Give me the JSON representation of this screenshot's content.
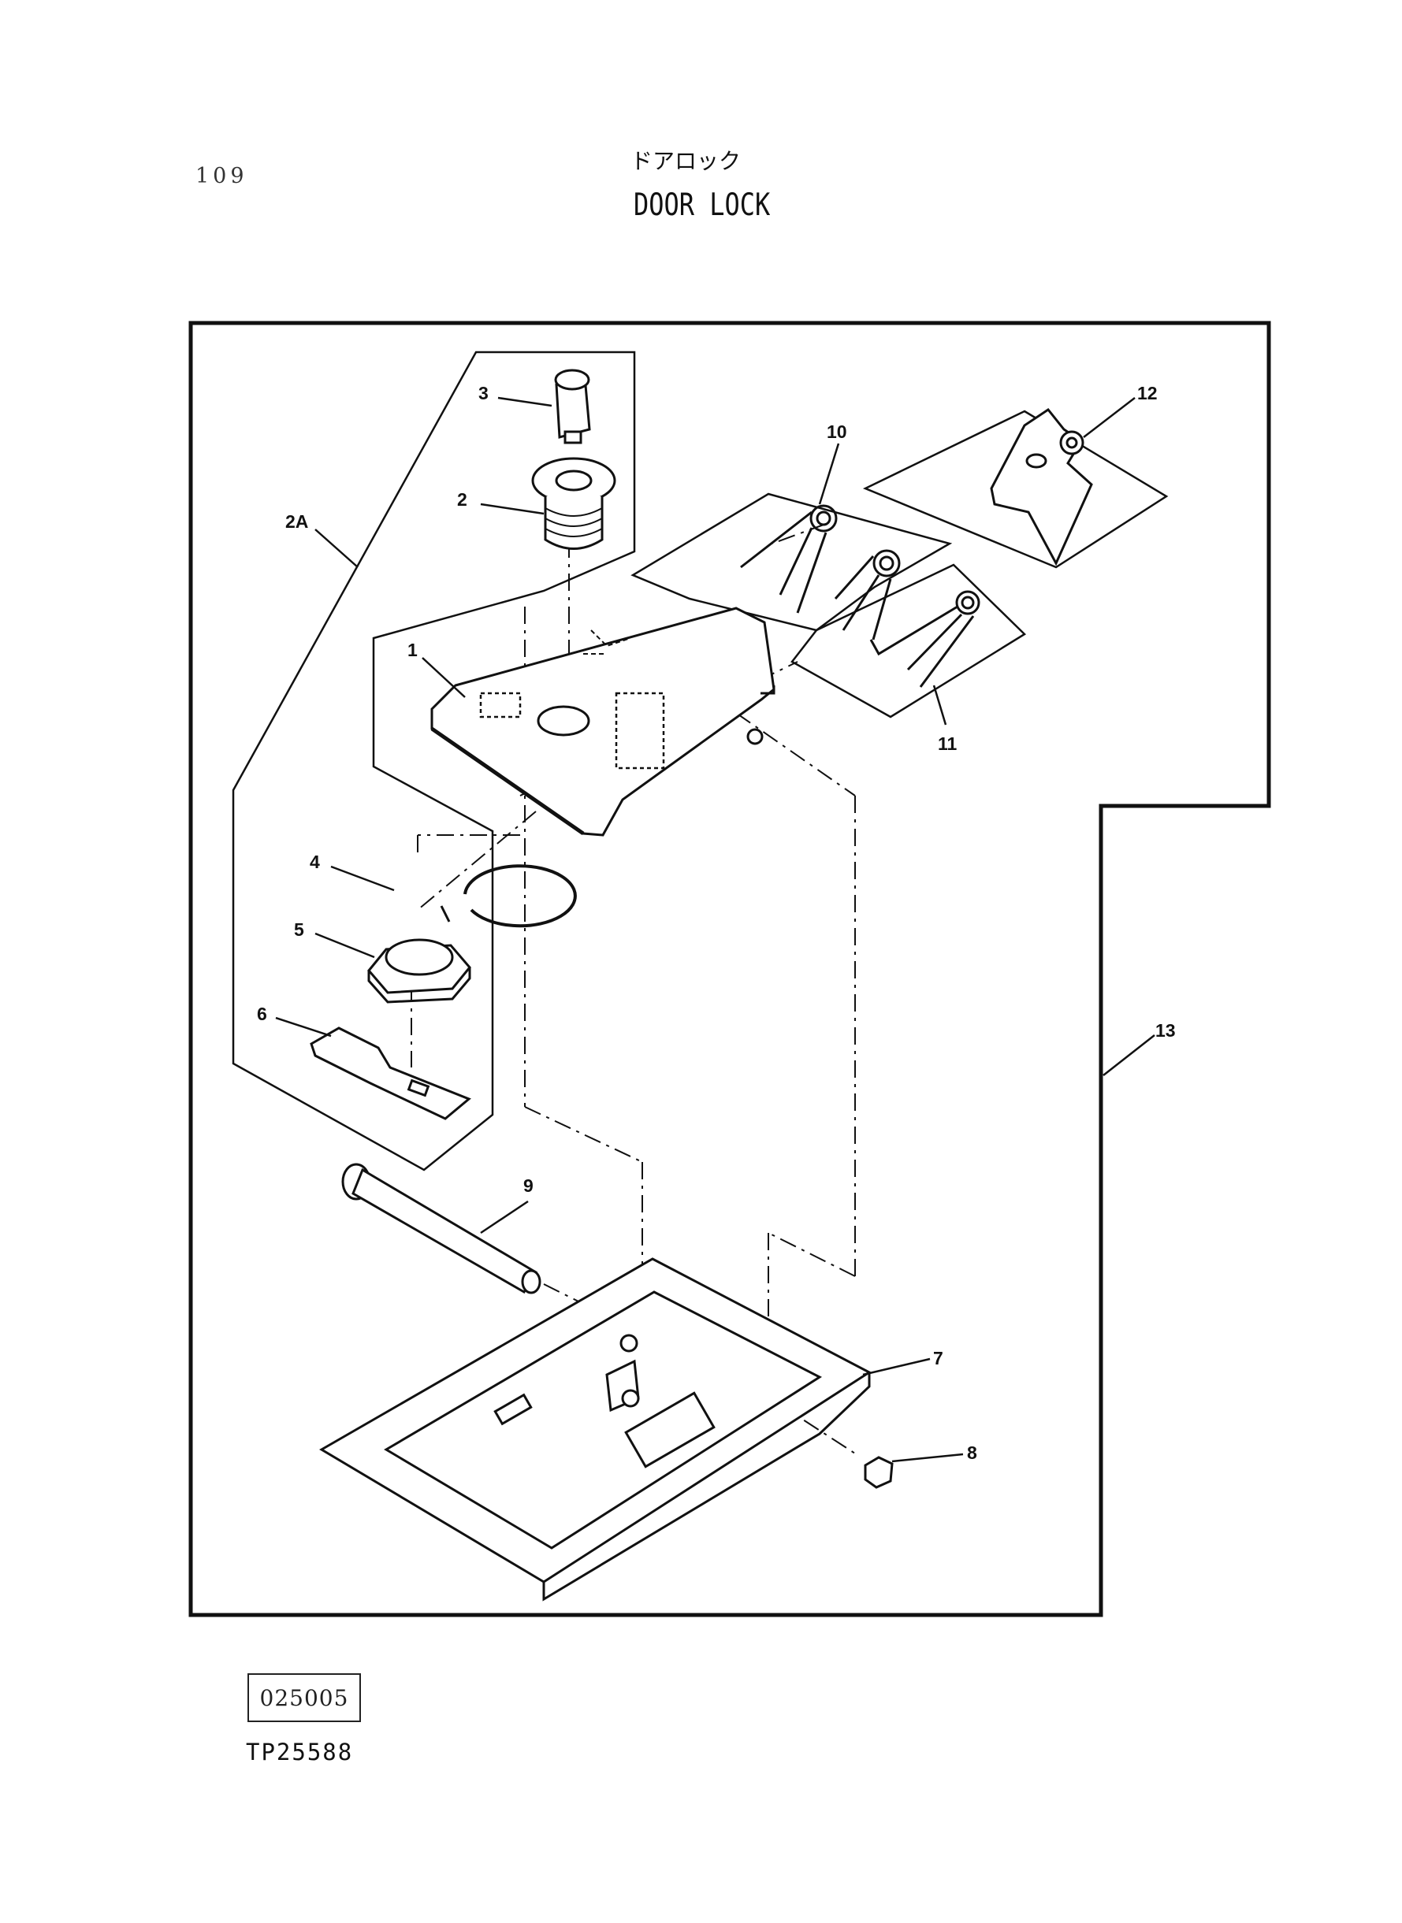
{
  "header": {
    "page_number": "109",
    "title_jp": "ドアロック",
    "title_en": "DOOR LOCK"
  },
  "callouts": {
    "p1": "1",
    "p2": "2",
    "p2a": "2A",
    "p3": "3",
    "p4": "4",
    "p5": "5",
    "p6": "6",
    "p7": "7",
    "p8": "8",
    "p9": "9",
    "p10": "10",
    "p11": "11",
    "p12": "12",
    "p13": "13"
  },
  "footer": {
    "code": "025005",
    "ref": "TP25588"
  }
}
